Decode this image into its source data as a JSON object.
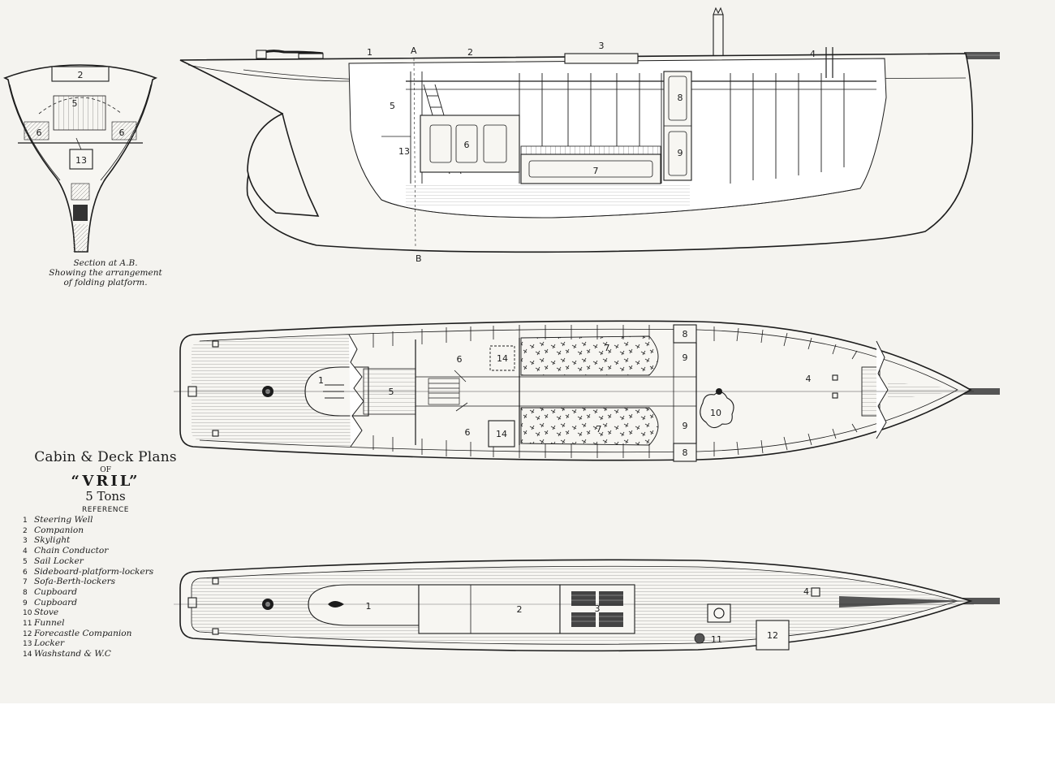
{
  "title": {
    "line1": "Cabin & Deck Plans",
    "line2": "OF",
    "line3": "“VRIL”",
    "line4": "5 Tons"
  },
  "reference_heading": "REFERENCE",
  "reference": [
    {
      "n": "1",
      "label": "Steering Well"
    },
    {
      "n": "2",
      "label": "Companion"
    },
    {
      "n": "3",
      "label": "Skylight"
    },
    {
      "n": "4",
      "label": "Chain Conductor"
    },
    {
      "n": "5",
      "label": "Sail Locker"
    },
    {
      "n": "6",
      "label": "Sideboard-platform-lockers"
    },
    {
      "n": "7",
      "label": "Sofa-Berth-lockers"
    },
    {
      "n": "8",
      "label": "Cupboard"
    },
    {
      "n": "9",
      "label": "Cupboard"
    },
    {
      "n": "10",
      "label": "Stove"
    },
    {
      "n": "11",
      "label": "Funnel"
    },
    {
      "n": "12",
      "label": "Forecastle Companion"
    },
    {
      "n": "13",
      "label": "Locker"
    },
    {
      "n": "14",
      "label": "Washstand & W.C"
    }
  ],
  "section_caption": {
    "line1": "Section at A.B.",
    "line2": "Showing the arrangement",
    "line3": "of folding platform."
  },
  "markers": {
    "a": "A",
    "b": "B"
  }
}
